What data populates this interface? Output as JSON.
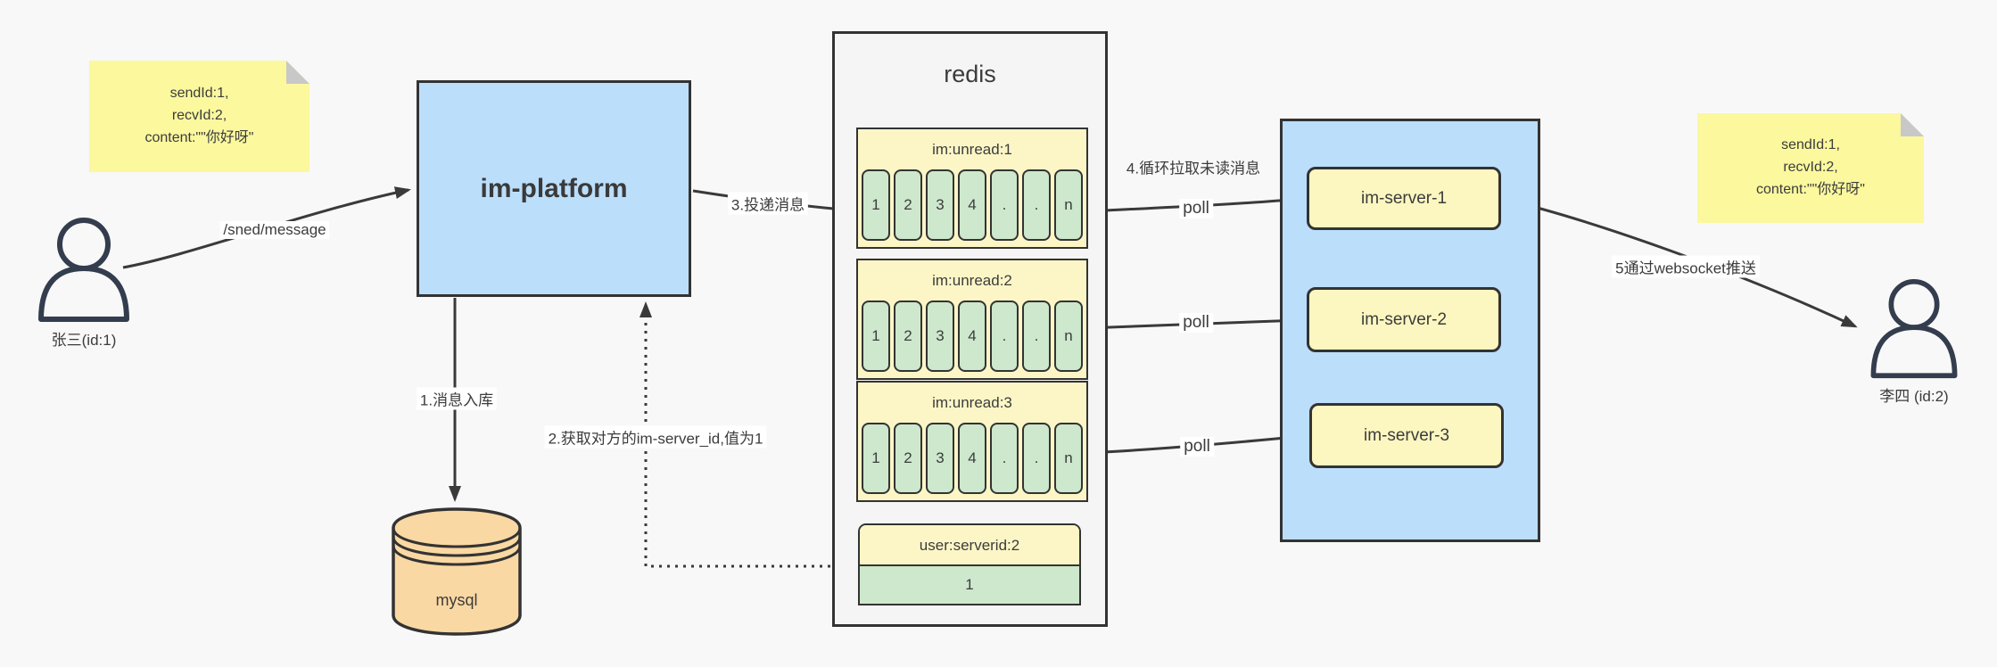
{
  "colors": {
    "background": "#F8F8F8",
    "note_yellow": "#FBF89E",
    "box_blue": "#BBDEFB",
    "queue_yellow": "#FCF6C6",
    "cell_green": "#CDE8CC",
    "mysql_tan": "#FAD8A3",
    "line": "#3A3A3A"
  },
  "notes": {
    "left": {
      "lines": [
        "sendId:1,",
        "recvId:2,",
        "content:\"\"你好呀\""
      ]
    },
    "right": {
      "lines": [
        "sendId:1,",
        "recvId:2,",
        "content:\"\"你好呀\""
      ]
    }
  },
  "actors": {
    "sender": {
      "label": "张三(id:1)"
    },
    "receiver": {
      "label": "李四 (id:2)"
    }
  },
  "platform": {
    "label": "im-platform"
  },
  "database": {
    "label": "mysql"
  },
  "redis": {
    "title": "redis",
    "queues": [
      {
        "label": "im:unread:1",
        "cells": [
          "1",
          "2",
          "3",
          "4",
          ".",
          ".",
          "n"
        ]
      },
      {
        "label": "im:unread:2",
        "cells": [
          "1",
          "2",
          "3",
          "4",
          ".",
          ".",
          "n"
        ]
      },
      {
        "label": "im:unread:3",
        "cells": [
          "1",
          "2",
          "3",
          "4",
          ".",
          ".",
          "n"
        ]
      }
    ],
    "kv": {
      "key": "user:serverid:2",
      "value": "1"
    }
  },
  "servers": {
    "items": [
      {
        "label": "im-server-1"
      },
      {
        "label": "im-server-2"
      },
      {
        "label": "im-server-3"
      }
    ]
  },
  "flow_labels": {
    "send_api": "/sned/message",
    "step1": "1.消息入库",
    "step2": "2.获取对方的im-server_id,值为1",
    "step3": "3.投递消息",
    "step4": "4.循环拉取未读消息",
    "poll": "poll",
    "step5": "5通过websocket推送"
  }
}
